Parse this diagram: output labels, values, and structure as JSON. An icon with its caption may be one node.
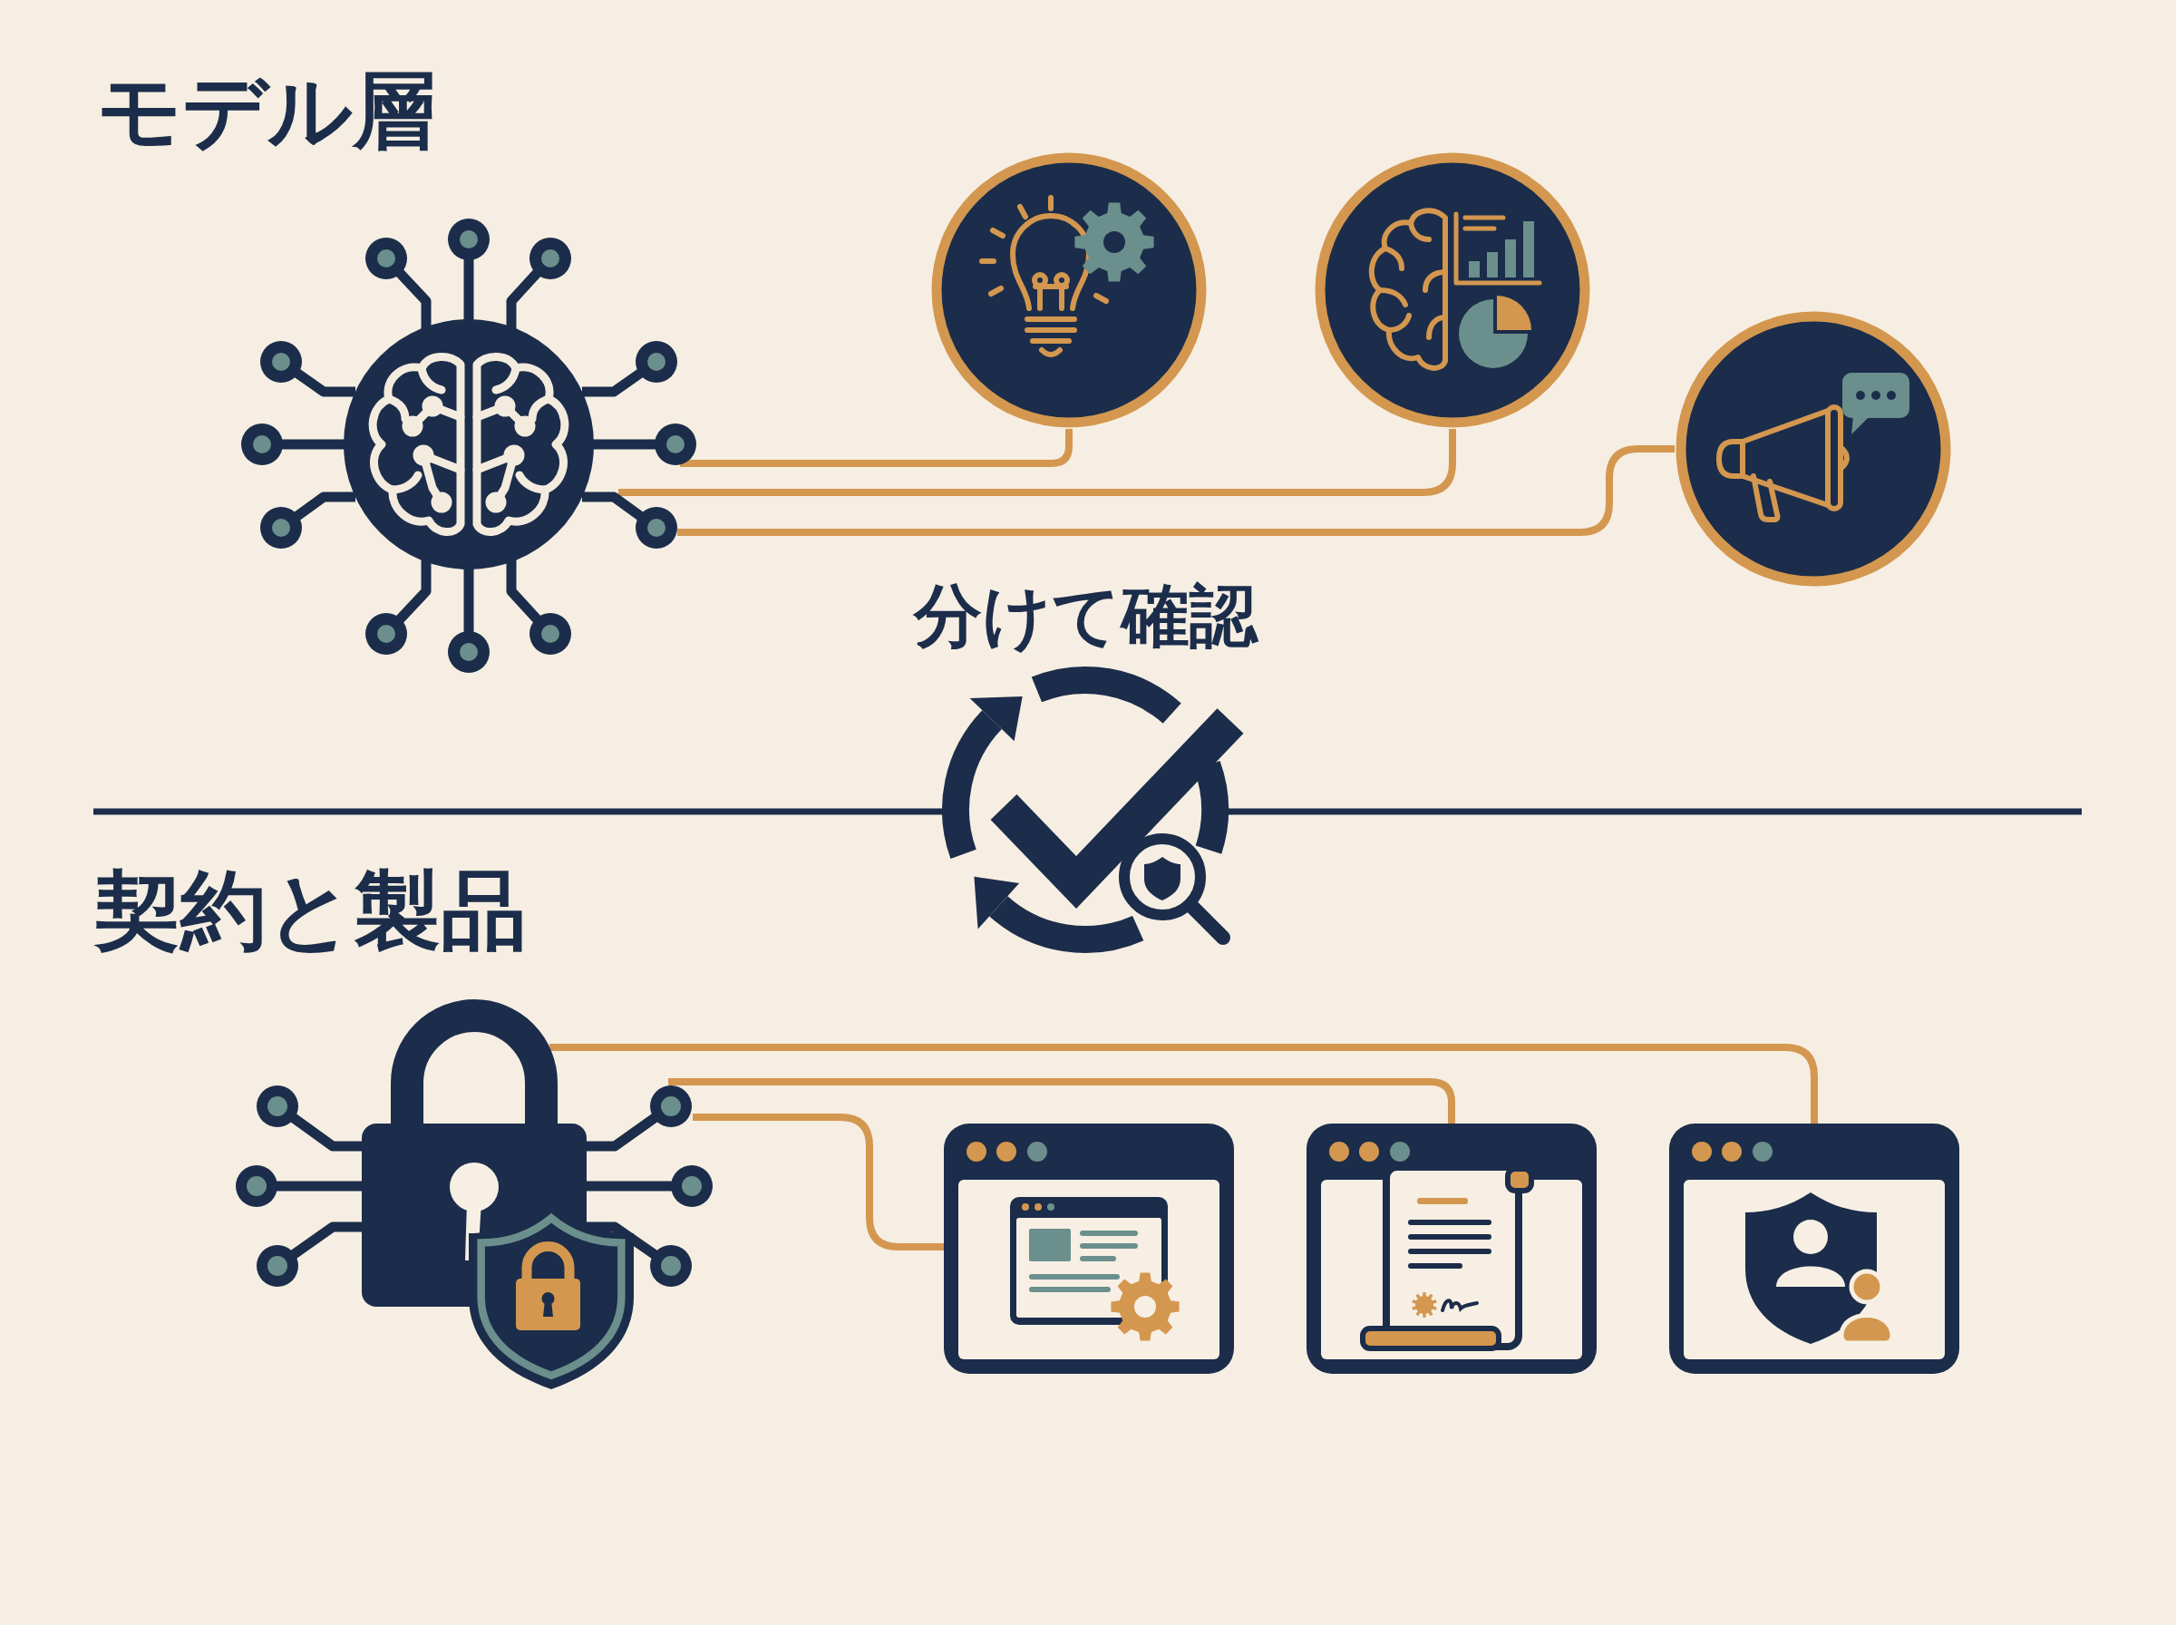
{
  "diagram": {
    "nodes": [
      {
        "text": [],
        "shape": "picture"
      },
      {
        "text": [],
        "shape": "picture"
      },
      {
        "text": [],
        "shape": "picture"
      },
      {
        "text": [],
        "shape": "picture"
      },
      {
        "text": [],
        "shape": "picture"
      },
      {
        "text": [],
        "shape": "picture"
      },
      {
        "text": [],
        "shape": "picture"
      },
      {
        "text": [],
        "shape": "picture"
      }
    ],
    "edges": [
      {
        "from": 0,
        "to": 1,
        "arrow": "none"
      },
      {
        "from": 0,
        "to": 2,
        "arrow": "none"
      },
      {
        "from": 0,
        "to": 3,
        "arrow": "none"
      },
      {
        "from": 4,
        "to": 5,
        "arrow": "none"
      },
      {
        "from": 4,
        "to": 6,
        "arrow": "none"
      },
      {
        "from": 4,
        "to": 7,
        "arrow": "none"
      }
    ],
    "labels": [
      "モデル層",
      "分けて確認",
      "契約と製品"
    ]
  }
}
